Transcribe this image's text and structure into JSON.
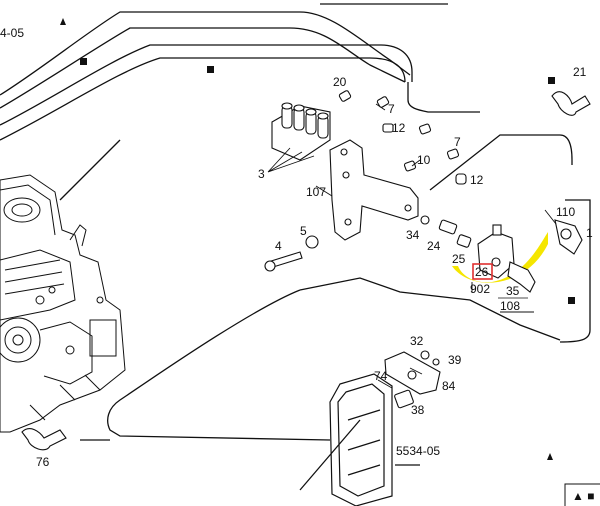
{
  "diagram": {
    "ref_top_left": "4-05",
    "ref_bottom": "5534-05",
    "callouts": {
      "p20": "20",
      "p7a": "7",
      "p12a": "12",
      "p7b": "7",
      "p21": "21",
      "p3": "3",
      "p10": "10",
      "p12b": "12",
      "p107": "107",
      "p110": "110",
      "p34": "34",
      "p1": "1",
      "p5": "5",
      "p4": "4",
      "p24": "24",
      "p25": "25",
      "p26": "26",
      "p902": "902",
      "p35": "35",
      "p108": "108",
      "p32": "32",
      "p39": "39",
      "p74": "74",
      "p84": "84",
      "p38": "38",
      "p76": "76"
    },
    "highlight_color": "#f5e600",
    "selection_box_color": "#e03030",
    "markers": [
      "triangle-marker",
      "square-marker"
    ]
  }
}
